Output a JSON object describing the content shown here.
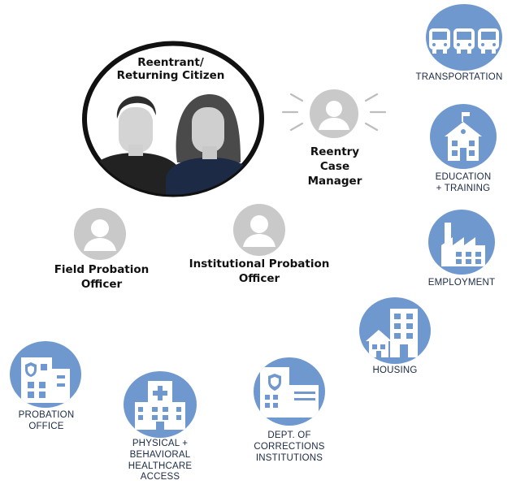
{
  "people": {
    "reentrant": {
      "label_line1": "Reentrant/",
      "label_line2": "Returning Citizen"
    },
    "case_manager": {
      "line1": "Reentry",
      "line2": "Case",
      "line3": "Manager"
    },
    "field_officer": {
      "line1": "Field Probation",
      "line2": "Officer"
    },
    "institutional_officer": {
      "line1": "Institutional Probation",
      "line2": "Officer"
    }
  },
  "services": {
    "transportation": {
      "label": "TRANSPORTATION",
      "icon": "bus-icon"
    },
    "education": {
      "line1": "EDUCATION",
      "line2": "+ TRAINING",
      "icon": "school-icon"
    },
    "employment": {
      "label": "EMPLOYMENT",
      "icon": "factory-icon"
    },
    "housing": {
      "label": "HOUSING",
      "icon": "housing-icon"
    },
    "corrections": {
      "line1": "DEPT. OF",
      "line2": "CORRECTIONS",
      "line3": "INSTITUTIONS",
      "icon": "corrections-building-icon"
    },
    "healthcare": {
      "line1": "PHYSICAL +",
      "line2": "BEHAVIORAL",
      "line3": "HEALTHCARE",
      "line4": "ACCESS",
      "icon": "hospital-icon"
    },
    "probation_office": {
      "line1": "PROBATION",
      "line2": "OFFICE",
      "icon": "probation-office-icon"
    }
  },
  "colors": {
    "service_blue": "#6f98cf",
    "person_gray": "#c9c9c9",
    "dark_navy": "#1a2233"
  }
}
